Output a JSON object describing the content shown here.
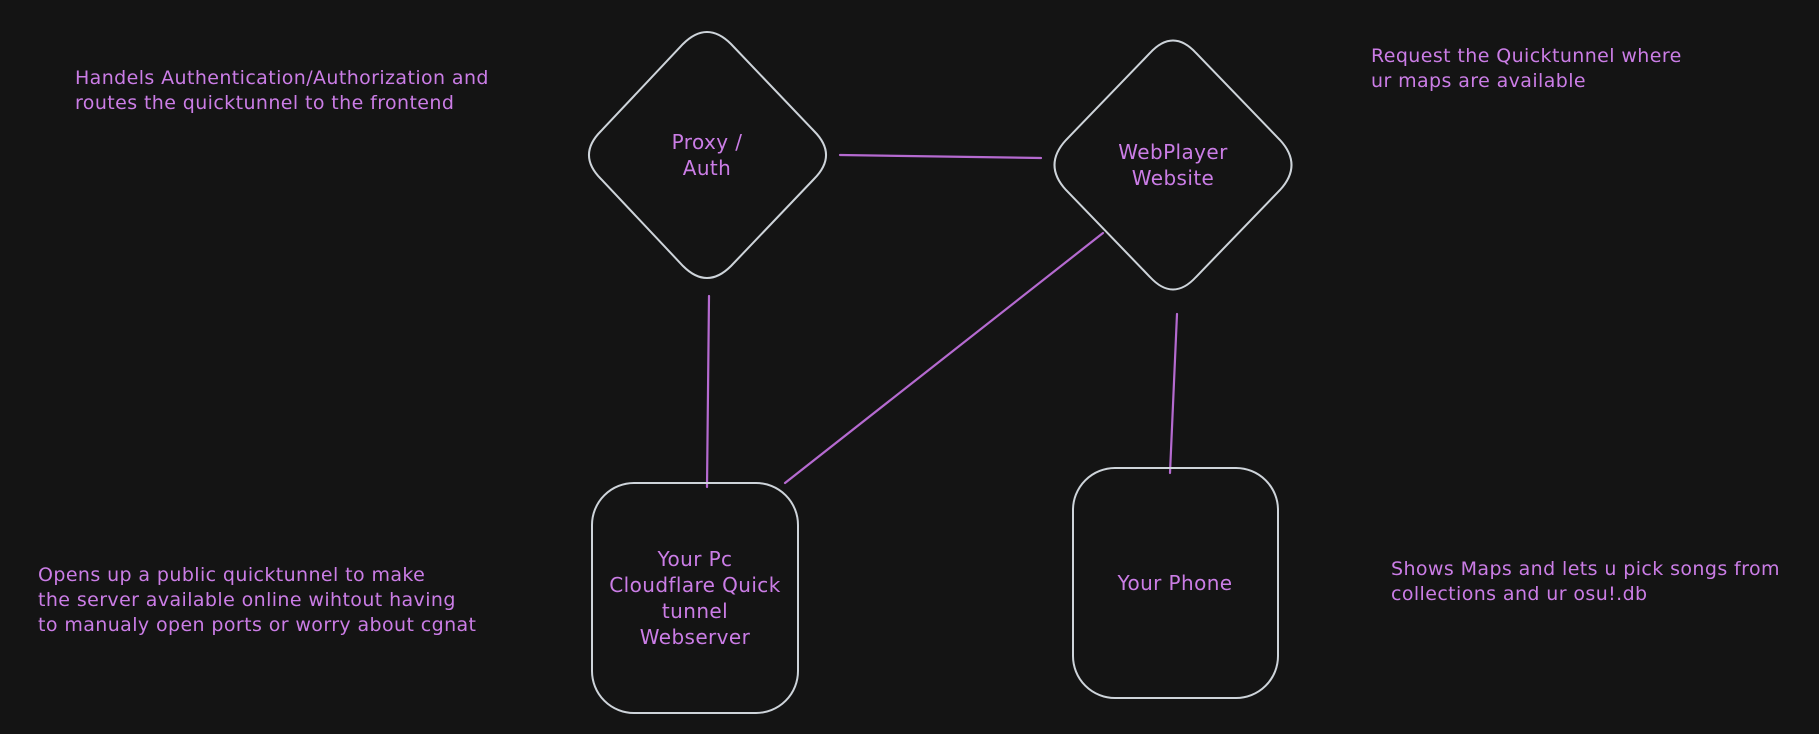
{
  "colors": {
    "background": "#141414",
    "shape_stroke": "#ced4da",
    "text_purple": "#cb7de6",
    "connector_purple": "#b56ad0"
  },
  "annotations": {
    "top_left": "Handels Authentication/Authorization and\nroutes the quicktunnel to the frontend",
    "top_right": "Request the Quicktunnel where\nur maps are available",
    "bottom_left": "Opens up a public quicktunnel to make\nthe server available online wihtout having\nto manualy open ports or worry about cgnat",
    "bottom_right": "Shows Maps and lets u pick songs from\ncollections and ur osu!.db"
  },
  "nodes": {
    "proxy": {
      "label": "Proxy /\nAuth",
      "shape": "diamond"
    },
    "webplayer": {
      "label": "WebPlayer\nWebsite",
      "shape": "diamond"
    },
    "pc": {
      "label": "Your Pc\nCloudflare Quick\ntunnel\nWebserver",
      "shape": "rounded-rectangle"
    },
    "phone": {
      "label": "Your Phone",
      "shape": "rounded-rectangle"
    }
  },
  "connectors": [
    {
      "from": "proxy",
      "to": "webplayer"
    },
    {
      "from": "proxy",
      "to": "pc"
    },
    {
      "from": "pc",
      "to": "webplayer"
    },
    {
      "from": "webplayer",
      "to": "phone"
    }
  ]
}
